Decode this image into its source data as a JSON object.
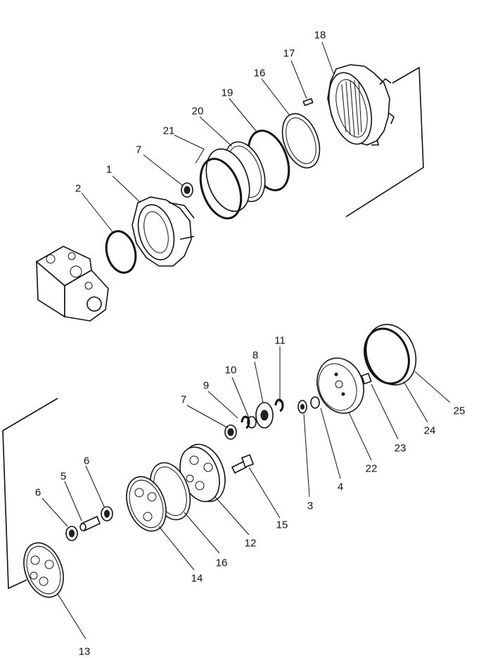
{
  "callouts": [
    {
      "id": "18",
      "label": "18"
    },
    {
      "id": "17",
      "label": "17"
    },
    {
      "id": "16a",
      "label": "16"
    },
    {
      "id": "19",
      "label": "19"
    },
    {
      "id": "20",
      "label": "20"
    },
    {
      "id": "21",
      "label": "21"
    },
    {
      "id": "7a",
      "label": "7"
    },
    {
      "id": "1",
      "label": "1"
    },
    {
      "id": "2",
      "label": "2"
    },
    {
      "id": "11",
      "label": "11"
    },
    {
      "id": "8",
      "label": "8"
    },
    {
      "id": "10",
      "label": "10"
    },
    {
      "id": "9",
      "label": "9"
    },
    {
      "id": "7b",
      "label": "7"
    },
    {
      "id": "25",
      "label": "25"
    },
    {
      "id": "24",
      "label": "24"
    },
    {
      "id": "23",
      "label": "23"
    },
    {
      "id": "22",
      "label": "22"
    },
    {
      "id": "4",
      "label": "4"
    },
    {
      "id": "3",
      "label": "3"
    },
    {
      "id": "15",
      "label": "15"
    },
    {
      "id": "12",
      "label": "12"
    },
    {
      "id": "16b",
      "label": "16"
    },
    {
      "id": "14",
      "label": "14"
    },
    {
      "id": "6a",
      "label": "6"
    },
    {
      "id": "5",
      "label": "5"
    },
    {
      "id": "6b",
      "label": "6"
    },
    {
      "id": "13",
      "label": "13"
    }
  ]
}
